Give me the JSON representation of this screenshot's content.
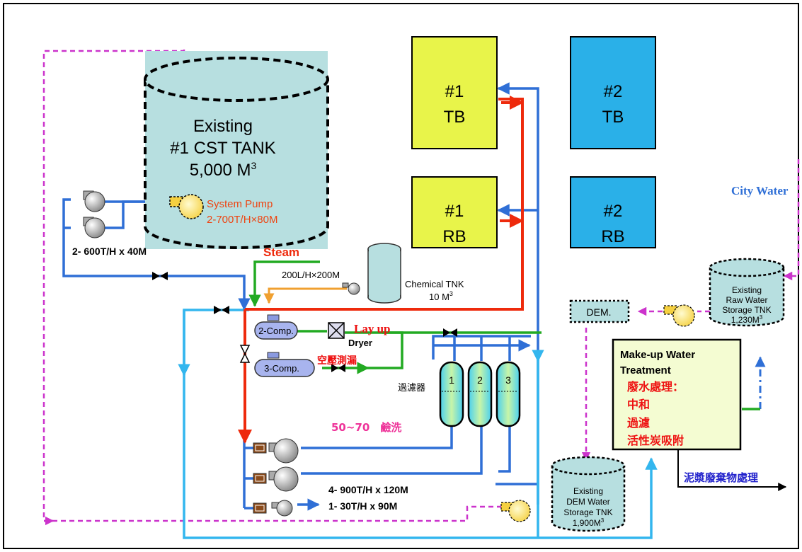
{
  "tank": {
    "line1": "Existing",
    "line2": "#1 CST TANK",
    "line3": "5,000 M",
    "line3_sup": "3",
    "pump_name": "System Pump",
    "pump_spec": "2-700T/H×80M"
  },
  "left_pumps_label": "2- 600T/H x 40M",
  "steam_label": "Steam",
  "chem_line_label": "200L/H×200M",
  "chem_tank": {
    "label1": "Chemical TNK",
    "label2": "10 M",
    "label2_sup": "3"
  },
  "compressors": {
    "c2": "2-Comp.",
    "c3": "3-Comp."
  },
  "dryer_label": "Dryer",
  "layup_label": "Lay up",
  "air_leak_label": "空壓測漏",
  "filter_label": "過濾器",
  "filters": [
    "1",
    "2",
    "3"
  ],
  "flush_label": "50~70　鹼洗",
  "bottom_pumps": {
    "line1": "4- 900T/H x 120M",
    "line2": "1- 30T/H x 90M"
  },
  "buildings": {
    "tb1": {
      "l1": "#1",
      "l2": "TB"
    },
    "rb1": {
      "l1": "#1",
      "l2": "RB"
    },
    "tb2": {
      "l1": "#2",
      "l2": "TB"
    },
    "rb2": {
      "l1": "#2",
      "l2": "RB"
    }
  },
  "city_water": "City Water",
  "raw_tank": {
    "l1": "Existing",
    "l2": "Raw Water",
    "l3": "Storage TNK",
    "l4": "1,230M",
    "sup": "3"
  },
  "dem_box": "DEM.",
  "makeup": {
    "title1": "Make-up Water",
    "title2": "Treatment",
    "item0": "廢水處理：",
    "item1": "中和",
    "item2": "過濾",
    "item3": "活性炭吸附"
  },
  "sludge_label": "泥漿廢棄物處理",
  "dem_tank": {
    "l1": "Existing",
    "l2": "DEM Water",
    "l3": "Storage TNK",
    "l4": "1,900M",
    "sup": "3"
  },
  "colors": {
    "blue": "#2f6fd6",
    "lightblue": "#33b6ee",
    "red": "#ee2a0c",
    "green": "#22aa22",
    "magenta": "#cc33cc",
    "orange": "#f0a030",
    "yellow": "#e8f44a",
    "cyan": "#2ab0e8"
  }
}
